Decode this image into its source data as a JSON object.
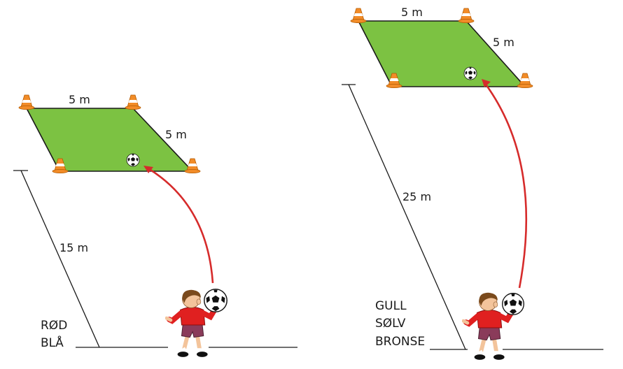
{
  "left_drill": {
    "top_edge_label": "5 m",
    "side_edge_label": "5 m",
    "distance_label": "15 m",
    "categories": [
      "RØD",
      "BLÅ"
    ]
  },
  "right_drill": {
    "top_edge_label": "5 m",
    "side_edge_label": "5 m",
    "distance_label": "25 m",
    "categories": [
      "GULL",
      "SØLV",
      "BRONSE"
    ]
  },
  "colors": {
    "field_fill": "#7cc242",
    "field_stroke": "#1a1a1a",
    "cone_orange": "#f28c28",
    "arrow": "#d62b2b",
    "shirt": "#e02020",
    "shorts": "#8a3b5a",
    "hair": "#7a4a1c",
    "skin": "#f3c49b"
  }
}
